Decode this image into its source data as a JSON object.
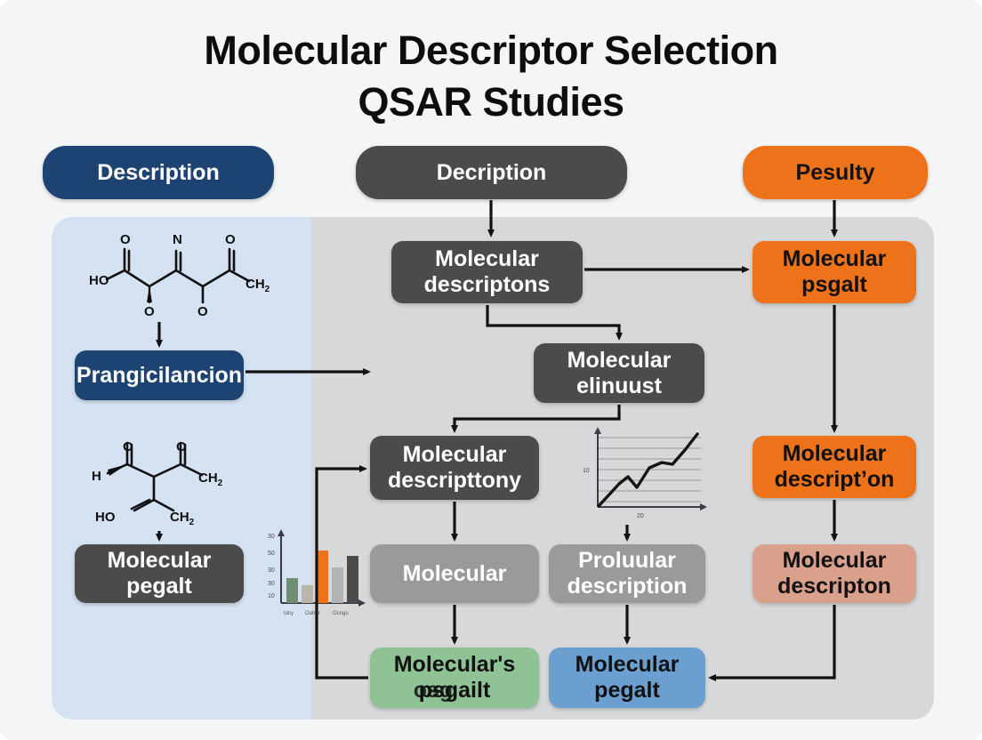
{
  "title": {
    "line1": "Molecular Descriptor Selection",
    "line2": "QSAR Studies"
  },
  "columns": [
    {
      "id": "left",
      "header": "Description",
      "color": "#1d4372"
    },
    {
      "id": "middle",
      "header": "Decription",
      "color": "#4b4b4b"
    },
    {
      "id": "right",
      "header": "Pesulty",
      "color": "#ee7219"
    }
  ],
  "nodes": {
    "prangicilancion": {
      "line1": "Prangicilancion",
      "line2": ""
    },
    "molecular_pegalt_left": {
      "line1": "Molecular",
      "line2": "pegalt"
    },
    "molecular_descriptons": {
      "line1": "Molecular",
      "line2": "descriptons"
    },
    "molecular_elinuust": {
      "line1": "Molecular",
      "line2": "elinuust"
    },
    "molecular_descripttony": {
      "line1": "Molecular",
      "line2": "descripttony"
    },
    "molecular_plain": {
      "line1": "Molecular",
      "line2": ""
    },
    "proluular_description": {
      "line1": "Proluular",
      "line2": "description"
    },
    "molecular_psgailt": {
      "line1": "Molecular's",
      "line2": "psgailt",
      "line2_ghost": "osg"
    },
    "molecular_pegalt_mid": {
      "line1": "Molecular",
      "line2": "pegalt"
    },
    "molecular_psgalt": {
      "line1": "Molecular",
      "line2": "psgalt"
    },
    "molecular_description_r": {
      "line1": "Molecular",
      "line2": "descript’on"
    },
    "molecular_descripton_p": {
      "line1": "Molecular",
      "line2": "descripton"
    }
  },
  "chart_data": [
    {
      "type": "bar",
      "title": "",
      "categories": [
        "Idcy",
        "Oatrer",
        "Ocngu",
        "",
        ""
      ],
      "values": [
        34,
        24,
        68,
        48,
        60
      ],
      "bar_colors": [
        "#6f8f72",
        "#b9b6ae",
        "#ee7219",
        "#b3b3b3",
        "#4b4b4b"
      ],
      "ytick_labels": [
        "30",
        "50",
        "30",
        "30",
        "10"
      ],
      "xlabel": "",
      "ylabel": "",
      "ylim": [
        0,
        75
      ],
      "grid": false,
      "legend": "none"
    },
    {
      "type": "line",
      "title": "",
      "x": [
        0,
        1,
        2,
        3,
        4,
        5,
        6,
        7,
        8
      ],
      "y": [
        0,
        7,
        11,
        8,
        16,
        20,
        19,
        26,
        31
      ],
      "ytick_labels": [
        "10"
      ],
      "xtick_labels": [
        "20"
      ],
      "xlabel": "",
      "ylabel": "",
      "ylim": [
        0,
        34
      ],
      "grid": true,
      "legend": "none"
    }
  ],
  "structures": {
    "structure_1": {
      "atoms": [
        "HO",
        "O",
        "N",
        "O",
        "O",
        "O",
        "CH",
        "2"
      ],
      "labels": [
        "HO",
        "O",
        "N",
        "O",
        "O",
        "O",
        "CH2"
      ]
    },
    "structure_2": {
      "atoms": [
        "H",
        "O",
        "O",
        "HO",
        "CH",
        "2",
        "CH",
        "2"
      ],
      "labels": [
        "H",
        "O",
        "O",
        "HO",
        "CH2",
        "CH2"
      ]
    }
  },
  "colors": {
    "panel_left": "#d4e2f2",
    "panel_right": "#d7d8d9",
    "page_bg": "#f4f5f7",
    "navy": "#1d4372",
    "dark_gray": "#4b4b4b",
    "mid_gray": "#9a9a9a",
    "orange": "#ee7219",
    "orange_pale": "#d9a18c",
    "green": "#8fc294",
    "blue": "#6a9fd0"
  }
}
